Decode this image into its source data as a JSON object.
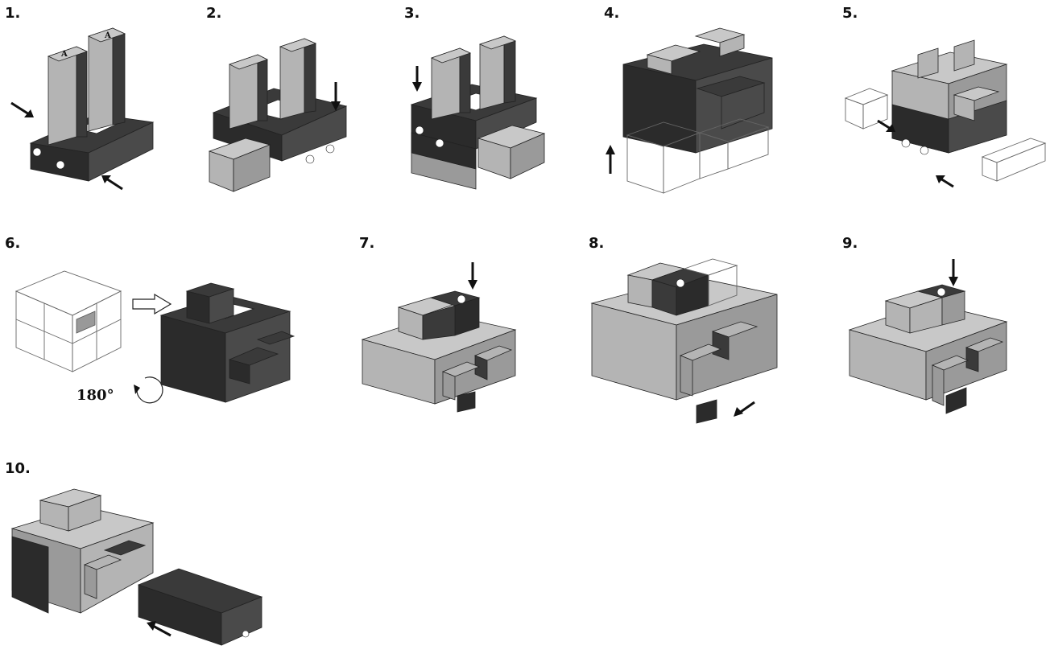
{
  "steps": [
    {
      "number": "1.",
      "labels": [
        "A",
        "A"
      ]
    },
    {
      "number": "2."
    },
    {
      "number": "3."
    },
    {
      "number": "4."
    },
    {
      "number": "5."
    },
    {
      "number": "6.",
      "rotation": "180°"
    },
    {
      "number": "7."
    },
    {
      "number": "8."
    },
    {
      "number": "9."
    },
    {
      "number": "10."
    }
  ],
  "colors": {
    "dark": "#3a3a3a",
    "light": "#b4b4b4"
  }
}
